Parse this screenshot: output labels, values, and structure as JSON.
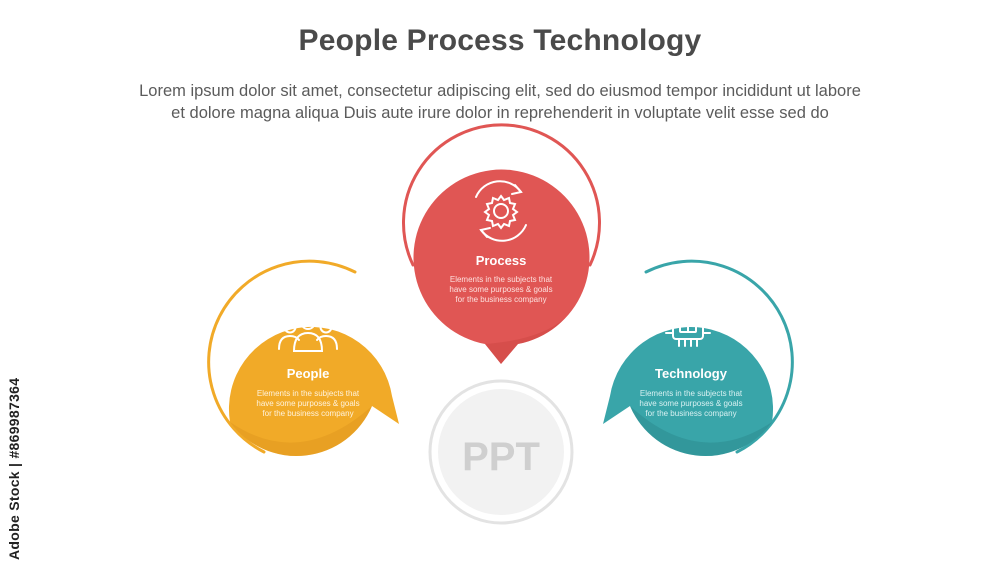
{
  "title": "People Process Technology",
  "subtitle_line1": "Lorem ipsum dolor sit amet, consectetur adipiscing elit, sed do eiusmod tempor incididunt ut labore",
  "subtitle_line2": "et dolore magna aliqua Duis aute irure dolor in reprehenderit in voluptate velit esse sed do",
  "side_watermark": "Adobe Stock | #869987364",
  "center_label": "PPT",
  "colors": {
    "people": "#f1aa28",
    "process": "#e05654",
    "technology": "#39a5a9",
    "center": "#f2f2f2",
    "center_text": "#cfcfcf"
  },
  "items": [
    {
      "title": "People",
      "icon": "people-group-icon",
      "desc1": "Elements in the subjects that",
      "desc2": "have  some purposes & goals",
      "desc3": "for the  business company"
    },
    {
      "title": "Process",
      "icon": "gear-cycle-icon",
      "desc1": "Elements in the subjects that",
      "desc2": "have  some purposes & goals",
      "desc3": "for the  business company"
    },
    {
      "title": "Technology",
      "icon": "cpu-chip-icon",
      "desc1": "Elements in the subjects that",
      "desc2": "have  some purposes & goals",
      "desc3": "for the  business company"
    }
  ]
}
